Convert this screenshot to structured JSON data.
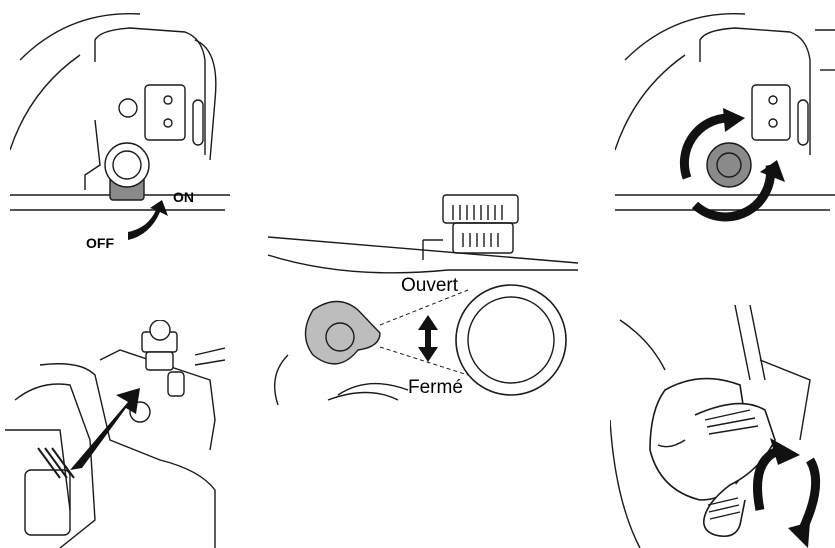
{
  "labels": {
    "on": "ON",
    "off": "OFF",
    "open": "Ouvert",
    "closed": "Fermé"
  },
  "colors": {
    "line": "#1a1a1a",
    "knob_gray": "#8a8a8a",
    "light_gray": "#bdbdbd",
    "arrow": "#111111"
  }
}
